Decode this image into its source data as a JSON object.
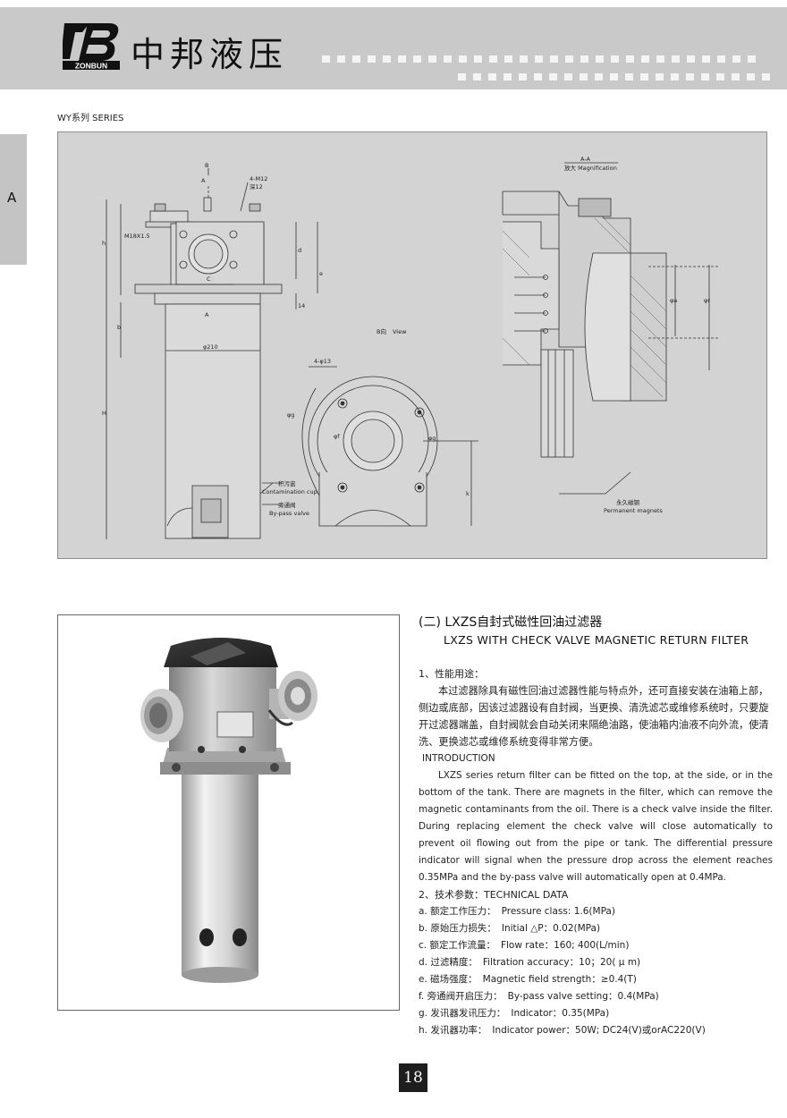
{
  "header": {
    "logo_text": "ZONBUN",
    "brand_name": "中邦液压"
  },
  "series_label": "WY系列 SERIES",
  "side_tab": "A",
  "drawing": {
    "label_aa": "A-A",
    "label_magnification": "放大 Magnification",
    "label_b_view_cn": "B向",
    "label_b_view_en": "View",
    "label_4m12": "4-M12",
    "label_depth": "深12",
    "label_m18": "M18X1.5",
    "label_h": "h",
    "label_H": "H",
    "label_b": "b",
    "label_c": "C",
    "label_d": "d",
    "label_e": "e",
    "label_14": "14",
    "label_phi210": "φ210",
    "label_a_top": "A",
    "label_a_mid": "A",
    "label_b_top": "B",
    "label_4phi13": "4-φ13",
    "label_phig_arc": "φg",
    "label_phif": "φf",
    "label_phig": "φg",
    "label_k": "k",
    "label_phia": "φa",
    "label_phir": "φr",
    "label_contamination_cn": "积污盅",
    "label_contamination_en": "Contamination cup",
    "label_bypass_cn": "旁通阀",
    "label_bypass_en": "By-pass valve",
    "label_magnets_cn": "永久磁钢",
    "label_magnets_en": "Permanent magnets"
  },
  "product": {
    "title_cn": "(二) LXZS自封式磁性回油过滤器",
    "title_en": "LXZS WITH CHECK VALVE MAGNETIC RETURN FILTER",
    "section1_title": "1、性能用途：",
    "intro_cn": "本过滤器除具有磁性回油过滤器性能与特点外，还可直接安装在油箱上部，侧边或底部，因该过滤器设有自封阀，当更换、清洗滤芯或维修系统时，只要旋开过滤器端盖，自封阀就会自动关闭来隔绝油路，使油箱内油液不向外流，使清洗、更换滤芯或维修系统变得非常方便。",
    "intro_label": "INTRODUCTION",
    "intro_en": "LXZS series return filter can be fitted on the top, at the side, or in the bottom of the tank. There are magnets in the filter, which can remove the magnetic contaminants from the oil. There is a check valve inside the filter. During replacing element the check valve will close automatically to prevent oil flowing out from the pipe or tank. The differential pressure indicator will signal when the pressure drop across the element reaches 0.35MPa and the by-pass valve will automatically open at 0.4MPa.",
    "section2_title": "2、技术参数：TECHNICAL DATA",
    "specs": [
      {
        "cn": "a. 额定工作压力：",
        "en": "Pressure class: 1.6(MPa)"
      },
      {
        "cn": "b. 原始压力损失：",
        "en": "Initial △P：0.02(MPa)"
      },
      {
        "cn": "c. 额定工作流量：",
        "en": "Flow rate：160; 400(L/min)"
      },
      {
        "cn": "d. 过滤精度：",
        "en": "Filtration accuracy：10；20( μ m)"
      },
      {
        "cn": "e. 磁场强度：",
        "en": "Magnetic field strength：≥0.4(T)"
      },
      {
        "cn": "f. 旁通阀开启压力：",
        "en": "By-pass valve setting：0.4(MPa)"
      },
      {
        "cn": "g. 发讯器发讯压力：",
        "en": "Indicator：0.35(MPa)"
      },
      {
        "cn": "h. 发讯器功率：",
        "en": "Indicator power：50W; DC24(V)或orAC220(V)"
      }
    ]
  },
  "page_number": "18"
}
